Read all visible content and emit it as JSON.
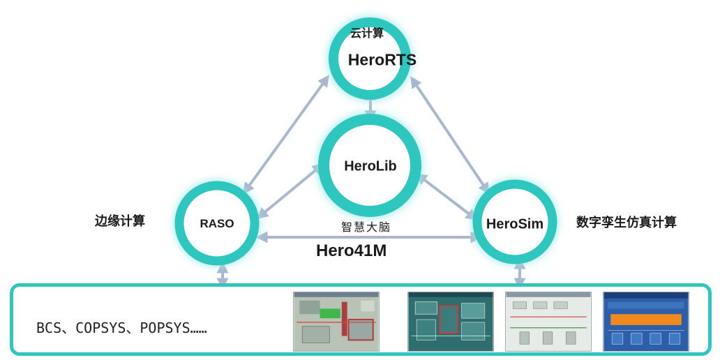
{
  "colors": {
    "ring": "#2ec7bf",
    "glow": "#9be8e4",
    "arrow": "#a9b7cf"
  },
  "nodes": {
    "herorts": {
      "title": "HeroRTS",
      "caption": "云计算"
    },
    "herolib": {
      "title": "HeroLib",
      "caption": "智慧大脑"
    },
    "raso": {
      "title": "RASO",
      "caption": "边缘计算"
    },
    "herosim": {
      "title": "HeroSim",
      "caption": "数字孪生仿真计算"
    }
  },
  "platform_label": "Hero41M",
  "bottom": {
    "systems_text": "BCS、COPSYS、POPSYS……"
  },
  "thumbnails": [
    {
      "name": "process-screen-1",
      "theme": "green"
    },
    {
      "name": "process-screen-2",
      "theme": "teal"
    },
    {
      "name": "process-screen-3",
      "theme": "light"
    },
    {
      "name": "process-screen-4",
      "theme": "blue"
    }
  ]
}
